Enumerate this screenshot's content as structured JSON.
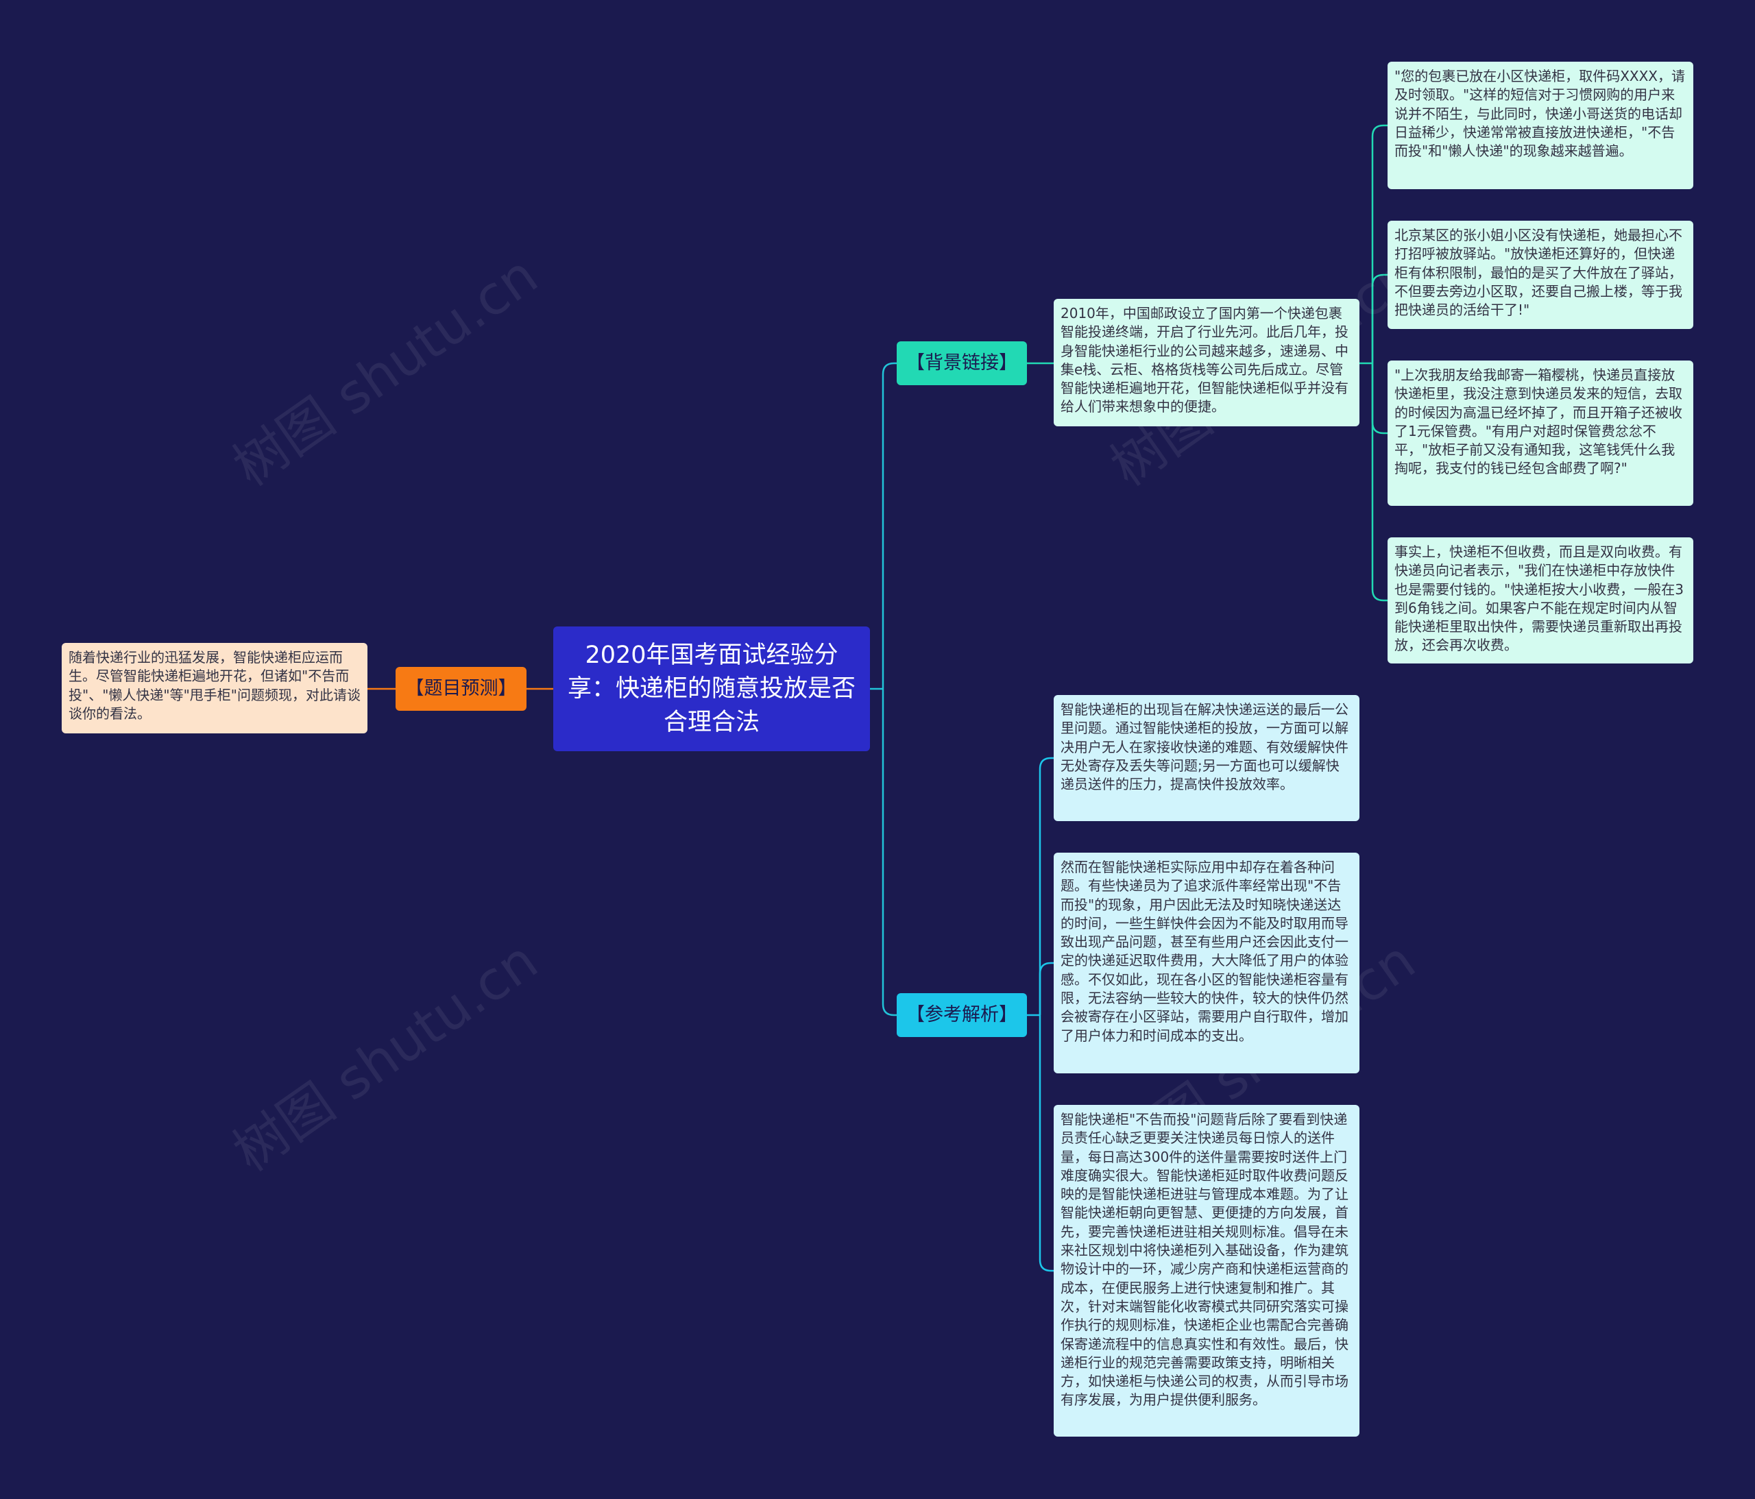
{
  "root": {
    "title": "2020年国考面试经验分享：快递柜的随意投放是否合理合法"
  },
  "branches": {
    "predict": {
      "label": "【题目预测】",
      "text": "随着快递行业的迅猛发展，智能快递柜应运而生。尽管智能快递柜遍地开花，但诸如\"不告而投\"、\"懒人快递\"等\"甩手柜\"问题频现，对此请谈谈你的看法。"
    },
    "background": {
      "label": "【背景链接】",
      "text": "2010年，中国邮政设立了国内第一个快递包裹智能投递终端，开启了行业先河。此后几年，投身智能快递柜行业的公司越来越多，速递易、中集e栈、云柜、格格货栈等公司先后成立。尽管智能快递柜遍地开花，但智能快递柜似乎并没有给人们带来想象中的便捷。",
      "children": [
        "\"您的包裹已放在小区快递柜，取件码XXXX，请及时领取。\"这样的短信对于习惯网购的用户来说并不陌生，与此同时，快递小哥送货的电话却日益稀少，快递常常被直接放进快递柜，\"不告而投\"和\"懒人快递\"的现象越来越普遍。",
        "北京某区的张小姐小区没有快递柜，她最担心不打招呼被放驿站。\"放快递柜还算好的，但快递柜有体积限制，最怕的是买了大件放在了驿站，不但要去旁边小区取，还要自己搬上楼，等于我把快递员的活给干了!\"",
        "\"上次我朋友给我邮寄一箱樱桃，快递员直接放快递柜里，我没注意到快递员发来的短信，去取的时候因为高温已经坏掉了，而且开箱子还被收了1元保管费。\"有用户对超时保管费忿忿不平，\"放柜子前又没有通知我，这笔钱凭什么我掏呢，我支付的钱已经包含邮费了啊?\"",
        "事实上，快递柜不但收费，而且是双向收费。有快递员向记者表示，\"我们在快递柜中存放快件也是需要付钱的。\"快递柜按大小收费，一般在3到6角钱之间。如果客户不能在规定时间内从智能快递柜里取出快件，需要快递员重新取出再投放，还会再次收费。"
      ]
    },
    "reference": {
      "label": "【参考解析】",
      "children": [
        "智能快递柜的出现旨在解决快递运送的最后一公里问题。通过智能快递柜的投放，一方面可以解决用户无人在家接收快递的难题、有效缓解快件无处寄存及丢失等问题;另一方面也可以缓解快递员送件的压力，提高快件投放效率。",
        "然而在智能快递柜实际应用中却存在着各种问题。有些快递员为了追求派件率经常出现\"不告而投\"的现象，用户因此无法及时知晓快递送达的时间，一些生鲜快件会因为不能及时取用而导致出现产品问题，甚至有些用户还会因此支付一定的快递延迟取件费用，大大降低了用户的体验感。不仅如此，现在各小区的智能快递柜容量有限，无法容纳一些较大的快件，较大的快件仍然会被寄存在小区驿站，需要用户自行取件，增加了用户体力和时间成本的支出。",
        "智能快递柜\"不告而投\"问题背后除了要看到快递员责任心缺乏更要关注快递员每日惊人的送件量，每日高达300件的送件量需要按时送件上门难度确实很大。智能快递柜延时取件收费问题反映的是智能快递柜进驻与管理成本难题。为了让智能快递柜朝向更智慧、更便捷的方向发展，首先，要完善快递柜进驻相关规则标准。倡导在未来社区规划中将快递柜列入基础设备，作为建筑物设计中的一环，减少房产商和快递柜运营商的成本，在便民服务上进行快速复制和推广。其次，针对末端智能化收寄模式共同研究落实可操作执行的规则标准，快递柜企业也需配合完善确保寄递流程中的信息真实性和有效性。最后，快递柜行业的规范完善需要政策支持，明晰相关方，如快递柜与快递公司的权责，从而引导市场有序发展，为用户提供便利服务。"
      ]
    }
  },
  "watermark": "树图 shutu.cn",
  "colors": {
    "background": "#1b1a4f",
    "root": "#2b2bc9",
    "predict": "#f77a14",
    "bg_tag": "#22d9b4",
    "ref_tag": "#1cc6ea",
    "predict_leaf": "#fde3cb",
    "bg_leaf": "#d4fbf0",
    "ref_leaf": "#d1f4fc"
  }
}
